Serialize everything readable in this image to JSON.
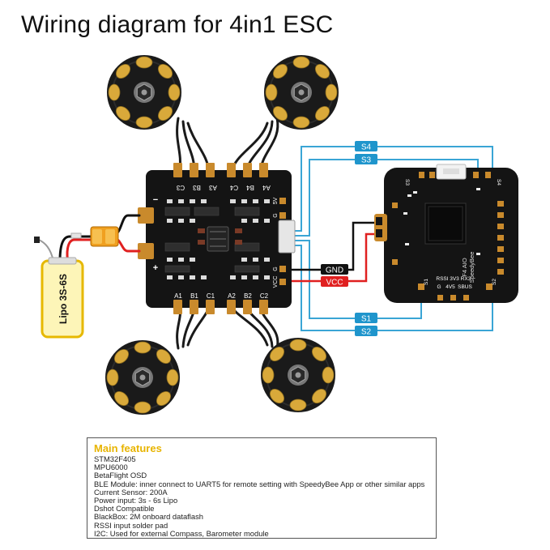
{
  "title": "Wiring diagram for 4in1 ESC",
  "esc": {
    "top_pads": [
      "C3",
      "B3",
      "A3",
      "C4",
      "B4",
      "A4"
    ],
    "bottom_pads": [
      "A1",
      "B1",
      "C1",
      "A2",
      "B2",
      "C2"
    ],
    "side_labels": [
      "5V",
      "G",
      "G",
      "VCC"
    ],
    "minus": "−",
    "plus": "+"
  },
  "battery": {
    "label": "Lipo 3S-6S"
  },
  "wires": {
    "s4": "S4",
    "s3": "S3",
    "gnd": "GND",
    "vcc": "VCC",
    "s1": "S1",
    "s2": "S2"
  },
  "fc": {
    "brand": "SpeedyBee",
    "model": "F4 AIO",
    "pads": {
      "s1": "S1",
      "s2": "S2",
      "s3": "S3",
      "s4": "S4",
      "g": "G",
      "v": "4V5",
      "sbus": "SBUS",
      "rssi": "RSSI",
      "v3": "3V3",
      "rx3": "RX3"
    }
  },
  "features": {
    "title": "Main features",
    "items": [
      "STM32F405",
      "MPU6000",
      "BetaFlight OSD",
      "BLE Module: inner connect to UART5 for remote setting with SpeedyBee App or other similar apps",
      "Current Sensor: 200A",
      "Power input: 3s - 6s Lipo",
      "Dshot Compatible",
      "BlackBox: 2M onboard dataflash",
      "RSSI input solder pad",
      "I2C: Used for external Compass, Barometer module"
    ]
  },
  "colors": {
    "signal_wire": "#3aa5d5",
    "signal_tag": "#1f95cc",
    "vcc": "#e02020",
    "gnd": "#111111",
    "board": "#141414",
    "pad": "#c98a2c",
    "motor_body": "#1a1a1a",
    "motor_blade": "#d9a93a",
    "battery_fill": "#fdf5b8",
    "battery_border": "#e6b800",
    "features_title": "#e8b400"
  },
  "icons": [
    "motor-icon",
    "xt60-connector-icon",
    "usb-port-icon",
    "chip-icon"
  ]
}
